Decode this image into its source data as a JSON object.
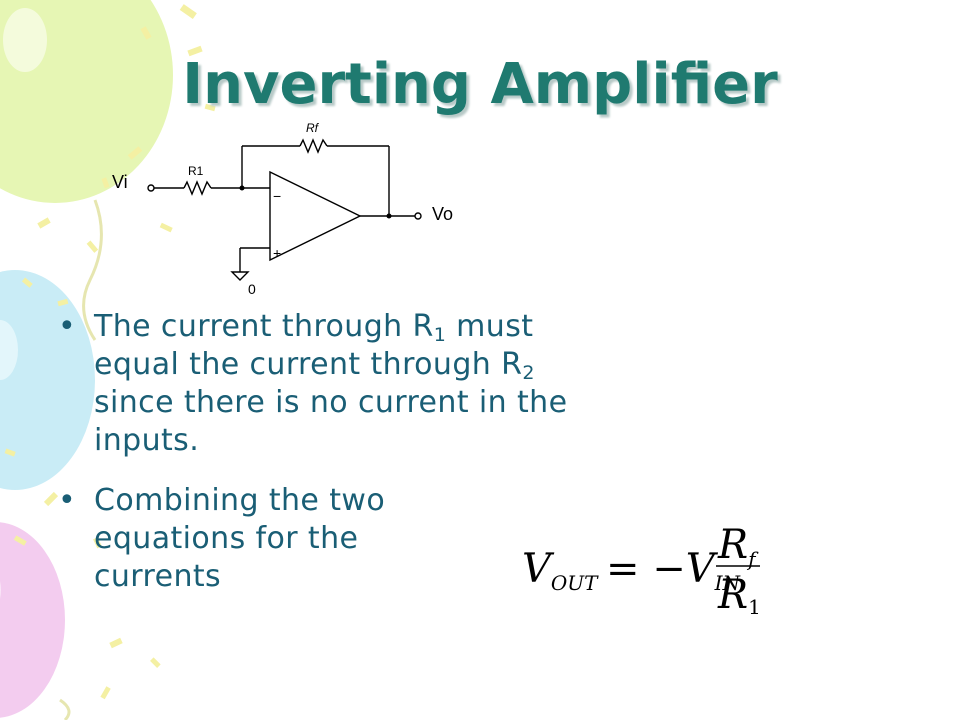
{
  "slide": {
    "title": "Inverting Amplifier",
    "circuit": {
      "input_label": "Vi",
      "r1_label": "R1",
      "rf_label": "Rf",
      "minus": "−",
      "plus": "+",
      "output_label": "Vo",
      "ground_label": "0"
    },
    "bullets": [
      {
        "marker": "•",
        "parts": [
          "The current through R",
          "1",
          " must equal the current through R",
          "2",
          " since there is no current in the inputs."
        ]
      },
      {
        "marker": "•",
        "text": "Combining the two equations for the currents"
      }
    ],
    "formula": {
      "lhs": "V",
      "lhs_sub": "OUT",
      "equals": "= −V",
      "rhs_sub": "IN",
      "numerator": "R",
      "numerator_sub": "f",
      "denominator": "R",
      "denominator_sub": "1"
    },
    "colors": {
      "title": "#1f7a70",
      "body_text": "#1a5e75",
      "balloon_green": "#e4f5b0",
      "balloon_blue": "#c8ecf6",
      "balloon_pink": "#f2c9ee",
      "confetti_yellow": "#f4f0a0"
    }
  }
}
